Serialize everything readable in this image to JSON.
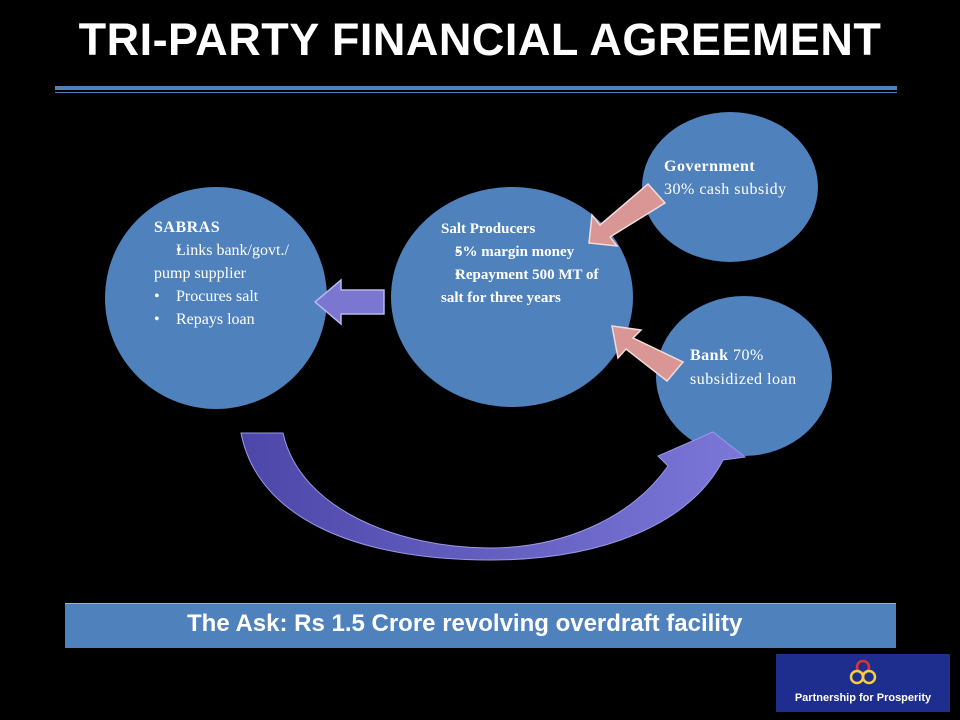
{
  "title": "TRI-PARTY FINANCIAL AGREEMENT",
  "colors": {
    "background": "#000000",
    "circle_fill": "#4f81bd",
    "arrow_pink": "#d99694",
    "arrow_purple": "#7b77d1",
    "banner_fill": "#4f81bd"
  },
  "nodes": {
    "sabras": {
      "heading": "SABRAS",
      "bullets": [
        "Links bank/govt./ pump supplier",
        "Procures salt",
        "Repays loan"
      ]
    },
    "producers": {
      "heading": "Salt Producers",
      "bullets": [
        "5% margin money",
        "Repayment 500 MT of salt for three years"
      ]
    },
    "government": {
      "heading": "Government",
      "text": "30% cash subsidy"
    },
    "bank": {
      "heading": "Bank",
      "text": "70% subsidized loan"
    }
  },
  "ask": "The Ask: Rs 1.5 Crore revolving overdraft facility",
  "logo": {
    "text": "Partnership for Prosperity",
    "icon": "three-rings-icon"
  }
}
